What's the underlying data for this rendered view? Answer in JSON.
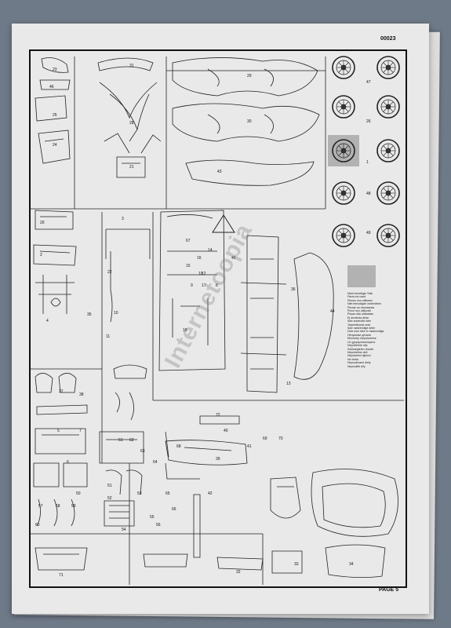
{
  "document": {
    "number": "00023",
    "page_label": "PAGE 5",
    "watermark": "Internetoopia"
  },
  "legend_lines": [
    "Nicht benötigte Teile",
    "Parts not used",
    "Pieces non utilisees",
    "Niet benodigde onderdelen",
    "Piezas no necesarias",
    "Pezzi non utilizzati",
    "Peças não utilizadas",
    "Ej använda delar",
    "Ikke anvendte dele",
    "Tarpeettomat osat",
    "Ikke nødvendige deler",
    "Dele som ikke er nødvendige",
    "Ненужные детали",
    "Elementy niepotrzebne",
    "Un χρησιμοποιούμενα",
    "Nepotřebné díly",
    "Szükségtelen részek",
    "Nepotrebne deli",
    "Nepotrebni dijelovi",
    "Ne treba",
    "Nepoužívané diely",
    "Nepoužité díly"
  ],
  "part_numbers": [
    "23",
    "31",
    "29",
    "46",
    "47",
    "25",
    "28",
    "30",
    "26",
    "24",
    "21",
    "43",
    "1",
    "20",
    "3",
    "2",
    "22",
    "67",
    "45",
    "19",
    "18",
    "12",
    "9",
    "17",
    "14",
    "16",
    "15",
    "8",
    "10",
    "13",
    "33",
    "34",
    "44",
    "35",
    "36",
    "11",
    "4",
    "5",
    "6",
    "7",
    "37",
    "38",
    "39",
    "40",
    "41",
    "42",
    "48",
    "49",
    "50",
    "51",
    "52",
    "53",
    "54",
    "55",
    "56",
    "57",
    "58",
    "59",
    "60",
    "61",
    "62",
    "63",
    "64",
    "65",
    "66",
    "68",
    "69",
    "70",
    "71",
    "72",
    "32"
  ],
  "icon_names": [
    "wheel-icon",
    "warning-triangle-icon"
  ]
}
